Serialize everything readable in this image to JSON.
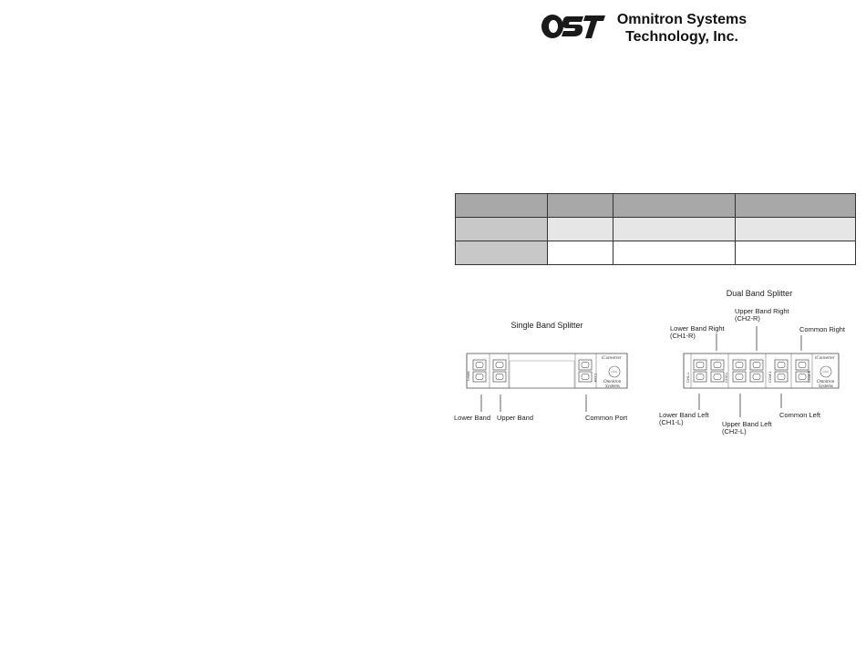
{
  "header": {
    "company_line1": "Omnitron Systems",
    "company_line2": "Technology, Inc.",
    "logo_icon": "ost-logo-icon"
  },
  "spec_table": {
    "rows": 3,
    "columns": 4
  },
  "single_splitter": {
    "title": "Single Band Splitter",
    "labels": {
      "lower": "Lower Band",
      "upper": "Upper Band",
      "common": "Common Port"
    },
    "brand_top": "iConverter",
    "brand_bottom_1": "Omnitron",
    "brand_bottom_2": "Systems"
  },
  "dual_splitter": {
    "title": "Dual Band Splitter",
    "labels": {
      "lower_right_1": "Lower Band Right",
      "lower_right_2": "(CH1-R)",
      "upper_right_1": "Upper Band Right",
      "upper_right_2": "(CH2-R)",
      "common_right": "Common Right",
      "lower_left_1": "Lower Band Left",
      "lower_left_2": "(CH1-L)",
      "upper_left_1": "Upper Band Left",
      "upper_left_2": "(CH2-L)",
      "common_left": "Common Left"
    },
    "brand_top": "iConverter",
    "brand_bottom_1": "Omnitron",
    "brand_bottom_2": "Systems"
  }
}
